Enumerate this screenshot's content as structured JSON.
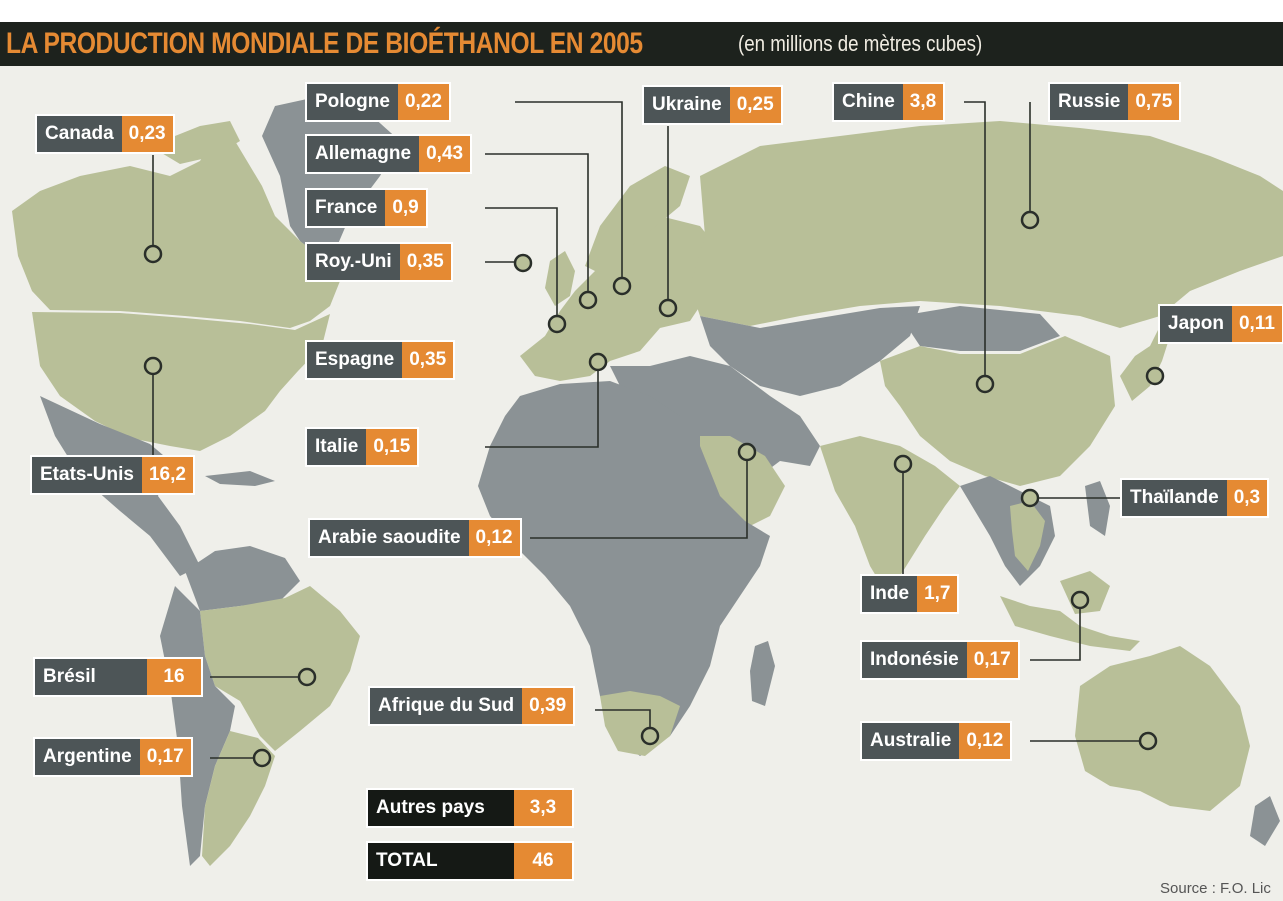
{
  "header": {
    "title": "LA PRODUCTION MONDIALE DE BIOÉTHANOL EN 2005",
    "subtitle": "(en millions de mètres cubes)"
  },
  "colors": {
    "producer_land": "#b8bf98",
    "other_land": "#8b9295",
    "label_bg": "#4d5557",
    "value_bg": "#e58a33",
    "header_bg": "#1d221d"
  },
  "countries": [
    {
      "name": "Pologne",
      "value": "0,22"
    },
    {
      "name": "Ukraine",
      "value": "0,25"
    },
    {
      "name": "Chine",
      "value": "3,8"
    },
    {
      "name": "Russie",
      "value": "0,75"
    },
    {
      "name": "Canada",
      "value": "0,23"
    },
    {
      "name": "Allemagne",
      "value": "0,43"
    },
    {
      "name": "France",
      "value": "0,9"
    },
    {
      "name": "Roy.-Uni",
      "value": "0,35"
    },
    {
      "name": "Japon",
      "value": "0,11"
    },
    {
      "name": "Espagne",
      "value": "0,35"
    },
    {
      "name": "Italie",
      "value": "0,15"
    },
    {
      "name": "Etats-Unis",
      "value": "16,2"
    },
    {
      "name": "Thaïlande",
      "value": "0,3"
    },
    {
      "name": "Arabie saoudite",
      "value": "0,12"
    },
    {
      "name": "Inde",
      "value": "1,7"
    },
    {
      "name": "Indonésie",
      "value": "0,17"
    },
    {
      "name": "Brésil",
      "value": "16"
    },
    {
      "name": "Afrique du Sud",
      "value": "0,39"
    },
    {
      "name": "Australie",
      "value": "0,12"
    },
    {
      "name": "Argentine",
      "value": "0,17"
    }
  ],
  "totals": [
    {
      "name": "Autres pays",
      "value": "3,3"
    },
    {
      "name": "TOTAL",
      "value": "46"
    }
  ],
  "source": "Source : F.O. Lic"
}
